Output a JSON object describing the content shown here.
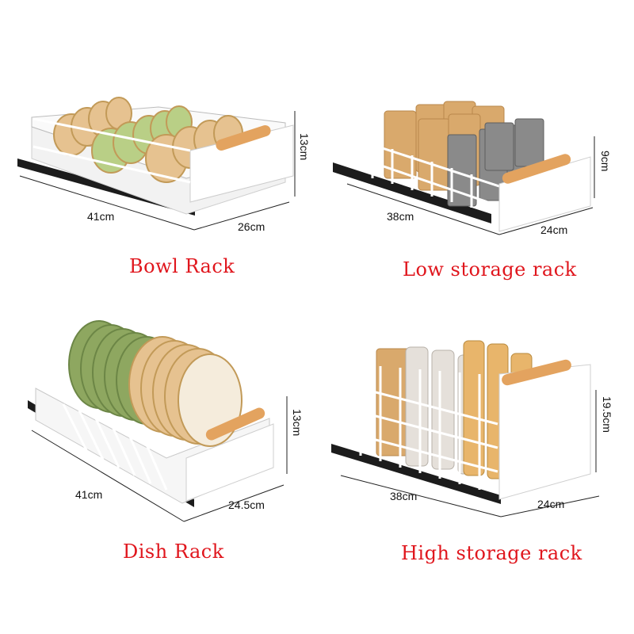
{
  "panels": [
    {
      "caption": "Bowl Rack",
      "dim_length": "41cm",
      "dim_width": "26cm",
      "dim_height": "13cm"
    },
    {
      "caption": "Low storage rack",
      "dim_length": "38cm",
      "dim_width": "24cm",
      "dim_height": "9cm"
    },
    {
      "caption": "Dish Rack",
      "dim_length": "41cm",
      "dim_width": "24.5cm",
      "dim_height": "13cm"
    },
    {
      "caption": "High storage rack",
      "dim_length": "38cm",
      "dim_width": "24cm",
      "dim_height": "19.5cm"
    }
  ],
  "colors": {
    "caption": "#e0161d",
    "rack_frame": "#ffffff",
    "rail": "#1c1c1c",
    "wood_handle": "#e3a35f",
    "bowl_green": "#b9cf86",
    "bowl_tan": "#e6c290",
    "plate_green": "#8ea760",
    "container_tan": "#d9a96c",
    "can_grey": "#8a8a8a"
  }
}
